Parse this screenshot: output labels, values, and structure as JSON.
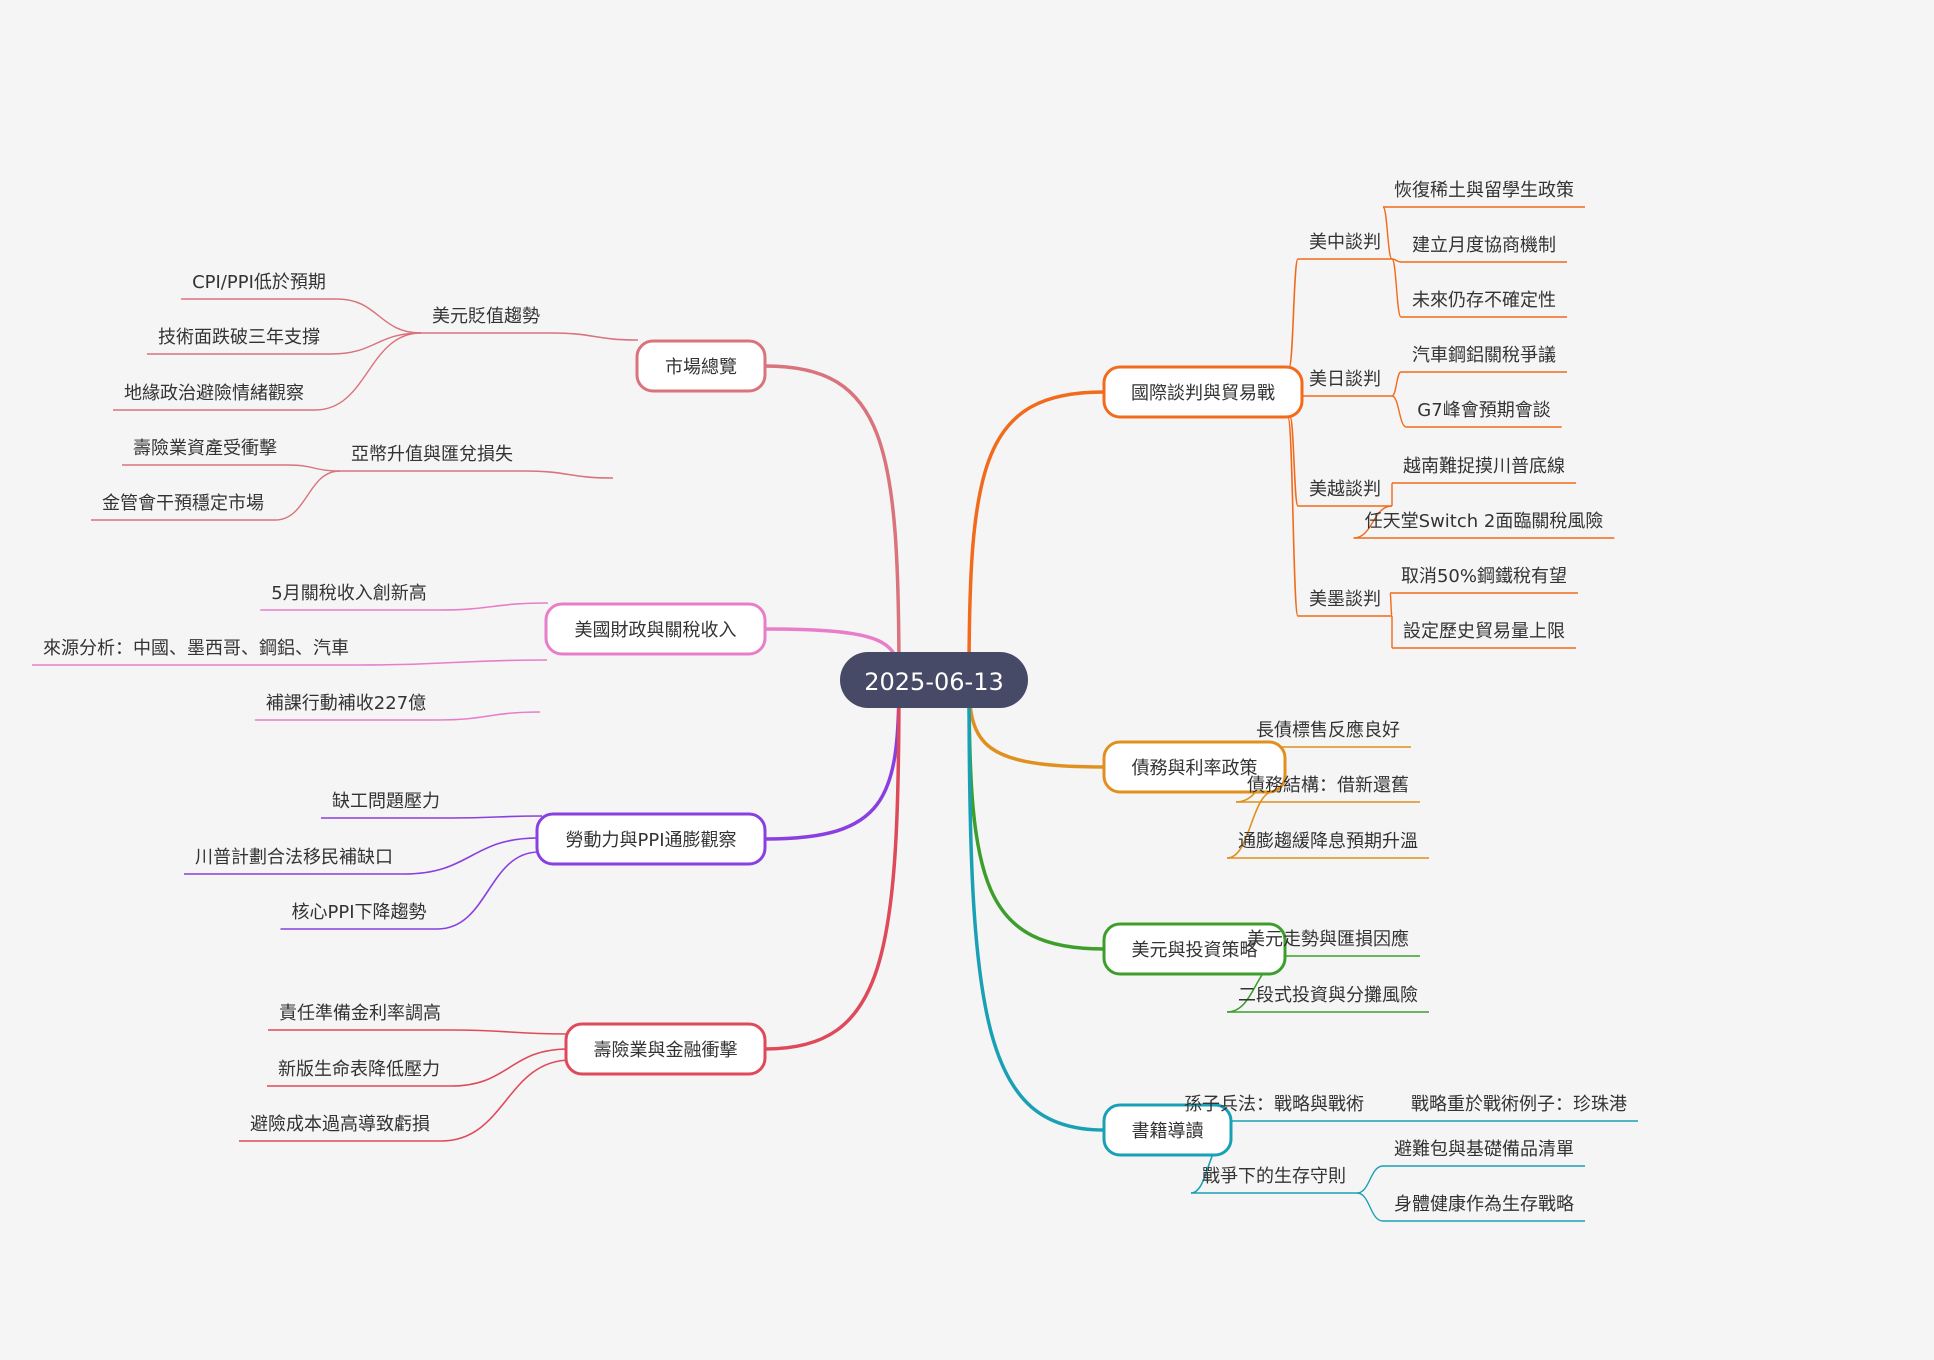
{
  "root": {
    "label": "2025-06-13",
    "color": "#474a66"
  },
  "branches": [
    {
      "id": "market",
      "label": "市場總覽",
      "color": "#d9737c",
      "side": "left",
      "children": [
        {
          "label": "美元貶值趨勢",
          "children": [
            {
              "label": "CPI/PPI低於預期"
            },
            {
              "label": "技術面跌破三年支撐"
            },
            {
              "label": "地緣政治避險情緒觀察"
            }
          ]
        },
        {
          "label": "亞幣升值與匯兌損失",
          "children": [
            {
              "label": "壽險業資產受衝擊"
            },
            {
              "label": "金管會干預穩定市場"
            }
          ]
        }
      ]
    },
    {
      "id": "fiscal",
      "label": "美國財政與關稅收入",
      "color": "#e87ec9",
      "side": "left",
      "children": [
        {
          "label": "5月關稅收入創新高"
        },
        {
          "label": "來源分析：中國、墨西哥、鋼鋁、汽車"
        },
        {
          "label": "補課行動補收227億"
        }
      ]
    },
    {
      "id": "labor",
      "label": "勞動力與PPI通膨觀察",
      "color": "#8a3fe0",
      "side": "left",
      "children": [
        {
          "label": "缺工問題壓力"
        },
        {
          "label": "川普計劃合法移民補缺口"
        },
        {
          "label": "核心PPI下降趨勢"
        }
      ]
    },
    {
      "id": "insurance",
      "label": "壽險業與金融衝擊",
      "color": "#df4a5a",
      "side": "left",
      "children": [
        {
          "label": "責任準備金利率調高"
        },
        {
          "label": "新版生命表降低壓力"
        },
        {
          "label": "避險成本過高導致虧損"
        }
      ]
    },
    {
      "id": "trade",
      "label": "國際談判與貿易戰",
      "color": "#f26b1c",
      "side": "right",
      "children": [
        {
          "label": "美中談判",
          "children": [
            {
              "label": "恢復稀土與留學生政策"
            },
            {
              "label": "建立月度協商機制"
            },
            {
              "label": "未來仍存不確定性"
            }
          ]
        },
        {
          "label": "美日談判",
          "children": [
            {
              "label": "汽車鋼鋁關稅爭議"
            },
            {
              "label": "G7峰會預期會談"
            }
          ]
        },
        {
          "label": "美越談判",
          "children": [
            {
              "label": "越南難捉摸川普底線"
            },
            {
              "label": "任天堂Switch 2面臨關稅風險"
            }
          ]
        },
        {
          "label": "美墨談判",
          "children": [
            {
              "label": "取消50%鋼鐵稅有望"
            },
            {
              "label": "設定歷史貿易量上限"
            }
          ]
        }
      ]
    },
    {
      "id": "debt",
      "label": "債務與利率政策",
      "color": "#e0901e",
      "side": "right",
      "children": [
        {
          "label": "長債標售反應良好"
        },
        {
          "label": "債務結構：借新還舊"
        },
        {
          "label": "通膨趨緩降息預期升溫"
        }
      ]
    },
    {
      "id": "usd",
      "label": "美元與投資策略",
      "color": "#3d9e2c",
      "side": "right",
      "children": [
        {
          "label": "美元走勢與匯損因應"
        },
        {
          "label": "二段式投資與分攤風險"
        }
      ]
    },
    {
      "id": "books",
      "label": "書籍導讀",
      "color": "#1aa0b5",
      "side": "right",
      "children": [
        {
          "label": "孫子兵法：戰略與戰術",
          "children": [
            {
              "label": "戰略重於戰術例子：珍珠港"
            }
          ]
        },
        {
          "label": "戰爭下的生存守則",
          "children": [
            {
              "label": "避難包與基礎備品清單"
            },
            {
              "label": "身體健康作為生存戰略"
            }
          ]
        }
      ]
    }
  ]
}
